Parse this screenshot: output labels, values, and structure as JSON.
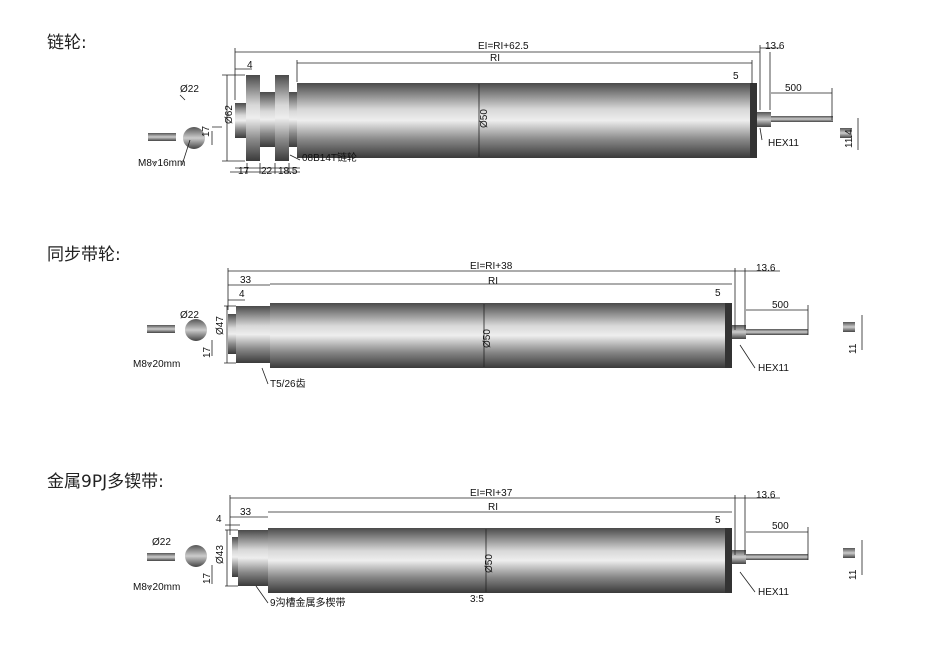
{
  "sections": [
    {
      "title": "链轮:",
      "ei": "EI=RI+62.5",
      "ri": "RI",
      "right_len": "13.6",
      "gap": "5",
      "cable": "500",
      "tube_dia": "Ø50",
      "end_dia": "Ø62",
      "washer_dia": "Ø22",
      "bolt": "M8⩔16mm",
      "bolt_off": "17",
      "left_off": "4",
      "dims": [
        "17",
        "22",
        "18.5"
      ],
      "part": "08B14T链轮",
      "hex": "HEX11",
      "hex_size": "11.4"
    },
    {
      "title": "同步带轮:",
      "ei": "EI=RI+38",
      "ri": "RI",
      "pulley_len": "33",
      "right_len": "13.6",
      "gap": "5",
      "cable": "500",
      "tube_dia": "Ø50",
      "end_dia": "Ø47",
      "washer_dia": "Ø22",
      "bolt": "M8⩔20mm",
      "bolt_off": "17",
      "left_off": "4",
      "part": "T5/26齿",
      "hex": "HEX11",
      "hex_size": "11"
    },
    {
      "title": "金属9PJ多锲带:",
      "ei": "EI=RI+37",
      "ri": "RI",
      "pulley_len": "33",
      "right_len": "13.6",
      "gap": "5",
      "cable": "500",
      "tube_dia": "Ø50",
      "end_dia": "Ø43",
      "washer_dia": "Ø22",
      "bolt": "M8⩔20mm",
      "bolt_off": "17",
      "left_off": "4",
      "part": "9沟槽金属多楔带",
      "hex": "HEX11",
      "hex_size": "11",
      "scale": "3:5"
    }
  ]
}
